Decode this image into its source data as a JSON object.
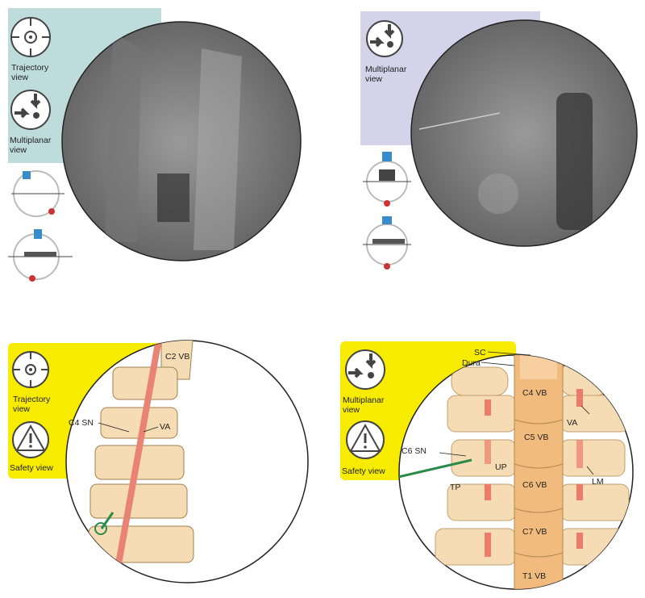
{
  "panels": [
    {
      "icons": [
        "trajectory-view-icon",
        "multiplanar-view-icon"
      ],
      "labels": [
        "Trajectory",
        "view",
        "Multiplanar",
        "view"
      ],
      "box_color": "#bfdcdc"
    },
    {
      "icons": [
        "multiplanar-view-icon"
      ],
      "labels": [
        "Multiplanar",
        "view"
      ],
      "box_color": "#d4d3ea"
    },
    {
      "icons": [
        "trajectory-view-icon",
        "safety-view-icon"
      ],
      "labels": [
        "Trajectory",
        "view",
        "Safety view"
      ],
      "anatomy": [
        "C2 VB",
        "C4 SN",
        "VA"
      ],
      "box_color": "#f7ec00"
    },
    {
      "icons": [
        "multiplanar-view-icon",
        "safety-view-icon"
      ],
      "labels": [
        "Multiplanar",
        "view",
        "Safety view"
      ],
      "anatomy": [
        "SC",
        "Dura",
        "C4 VB",
        "C5 VB",
        "C6 VB",
        "C7 VB",
        "T1 VB",
        "VA",
        "C6 SN",
        "UP",
        "LM",
        "TP"
      ],
      "box_color": "#f7ec00"
    }
  ]
}
